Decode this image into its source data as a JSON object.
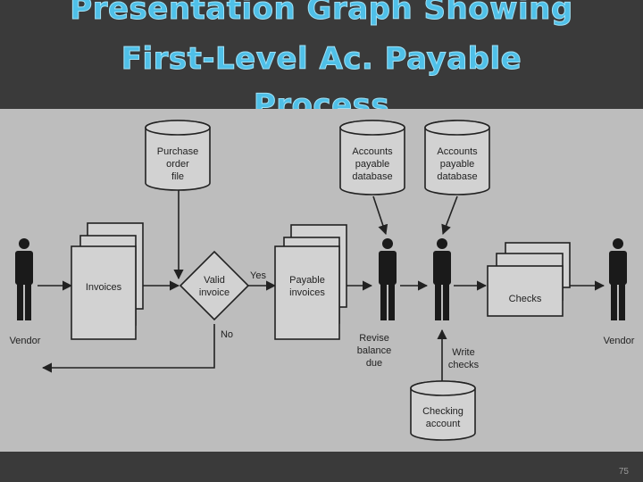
{
  "slide": {
    "title_lines": [
      "Presentation Graph Showing",
      "First-Level Ac. Payable",
      "Process"
    ],
    "page_number": "75"
  },
  "diagram": {
    "purchase_order_file": [
      "Purchase",
      "order",
      "file"
    ],
    "accounts_payable_db_1": [
      "Accounts",
      "payable",
      "database"
    ],
    "accounts_payable_db_2": [
      "Accounts",
      "payable",
      "database"
    ],
    "checking_account": [
      "Checking",
      "account"
    ],
    "invoices": "Invoices",
    "valid_invoice": [
      "Valid",
      "invoice"
    ],
    "yes": "Yes",
    "no": "No",
    "payable_invoices": [
      "Payable",
      "invoices"
    ],
    "checks": "Checks",
    "vendor_left": "Vendor",
    "vendor_right": "Vendor",
    "revise_balance_due": [
      "Revise",
      "balance",
      "due"
    ],
    "write_checks": [
      "Write",
      "checks"
    ]
  }
}
